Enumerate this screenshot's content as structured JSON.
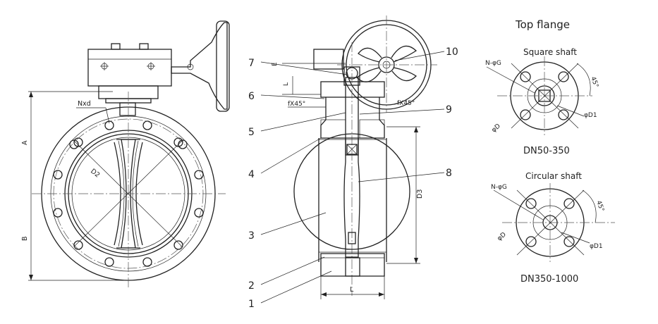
{
  "front_view": {
    "labels": {
      "nxd": "Nxd",
      "d2": "D2",
      "a": "A",
      "b": "B"
    }
  },
  "side_view": {
    "chamfer_left": "fX45°",
    "chamfer_right": "fX45°",
    "l": "L",
    "d3": "D3",
    "e": "E",
    "l_small": "L",
    "callouts": [
      "1",
      "2",
      "3",
      "4",
      "5",
      "6",
      "7",
      "8",
      "9",
      "10"
    ]
  },
  "top_flange": {
    "title": "Top flange",
    "square": {
      "subtitle": "Square shaft",
      "ng": "N-φG",
      "angle": "45°",
      "d1": "φD1",
      "d": "φD",
      "caption": "DN50-350"
    },
    "circular": {
      "subtitle": "Circular shaft",
      "ng": "N-φG",
      "angle": "45°",
      "d1": "φD1",
      "d": "φD",
      "caption": "DN350-1000"
    }
  }
}
